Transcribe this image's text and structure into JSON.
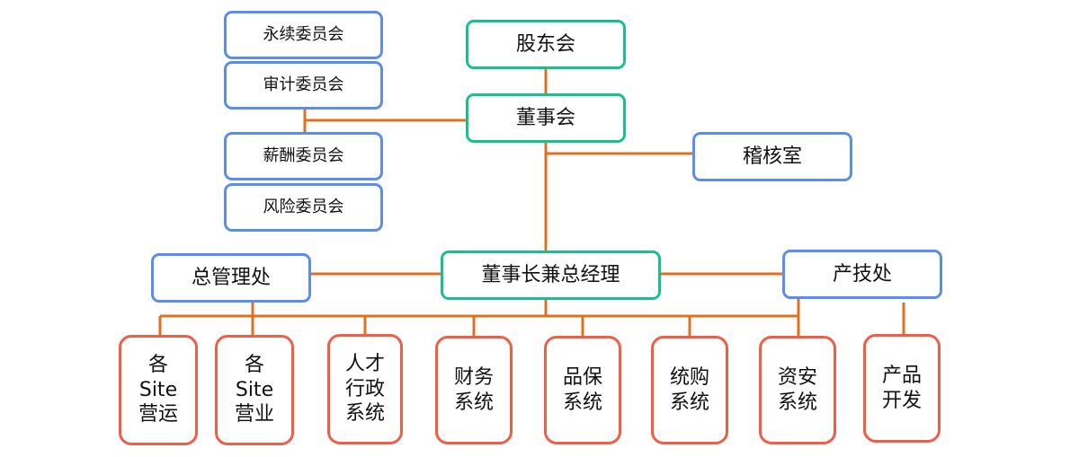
{
  "colors": {
    "line": "#e07020",
    "green": "#19c08f",
    "blue": "#5b8def",
    "red": "#ee5f48"
  },
  "top": {
    "shareholders": "股东会",
    "board": "董事会",
    "audit_office": "稽核室",
    "chairman_gm": "董事长兼总经理"
  },
  "committees": [
    "永续委员会",
    "审计委员会",
    "薪酬委员会",
    "风险委员会"
  ],
  "divisions": {
    "general_management": "总管理处",
    "product_tech": "产技处"
  },
  "departments": [
    "各\nSite\n营运",
    "各\nSite\n营业",
    "人才\n行政\n系统",
    "财务\n系统",
    "品保\n系统",
    "统购\n系统",
    "资安\n系统",
    "产品\n开发"
  ]
}
